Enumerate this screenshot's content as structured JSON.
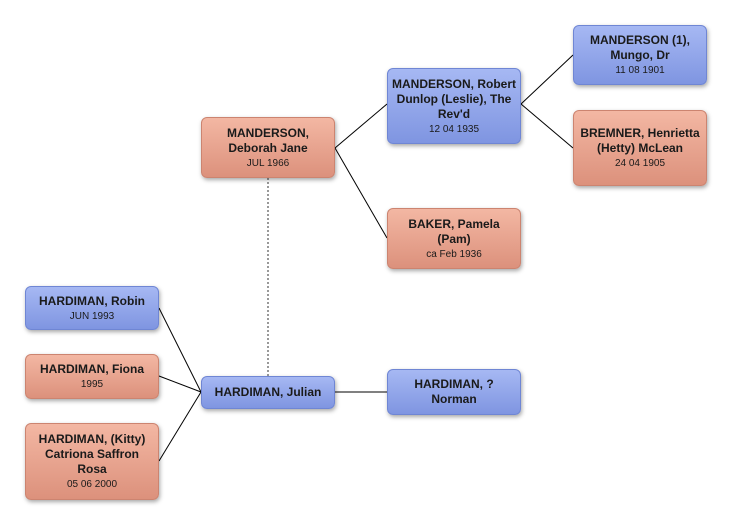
{
  "people": {
    "deborah": {
      "name": "MANDERSON, Deborah Jane",
      "date": "JUL 1966"
    },
    "robert": {
      "name": "MANDERSON, Robert Dunlop (Leslie), The Rev'd",
      "date": "12 04 1935"
    },
    "mungo": {
      "name": "MANDERSON (1), Mungo, Dr",
      "date": "11 08 1901"
    },
    "henrietta": {
      "name": "BREMNER, Henrietta (Hetty) McLean",
      "date": "24 04 1905"
    },
    "pamela": {
      "name": "BAKER, Pamela (Pam)",
      "date": "ca Feb 1936"
    },
    "robin": {
      "name": "HARDIMAN, Robin",
      "date": "JUN 1993"
    },
    "fiona": {
      "name": "HARDIMAN, Fiona",
      "date": "1995"
    },
    "catriona": {
      "name": "HARDIMAN, (Kitty) Catriona Saffron Rosa",
      "date": "05 06 2000"
    },
    "julian": {
      "name": "HARDIMAN, Julian",
      "date": ""
    },
    "norman": {
      "name": "HARDIMAN, ? Norman",
      "date": ""
    }
  },
  "colors": {
    "male": "#8fa4ea",
    "female": "#e8a48f",
    "line": "#000000"
  }
}
